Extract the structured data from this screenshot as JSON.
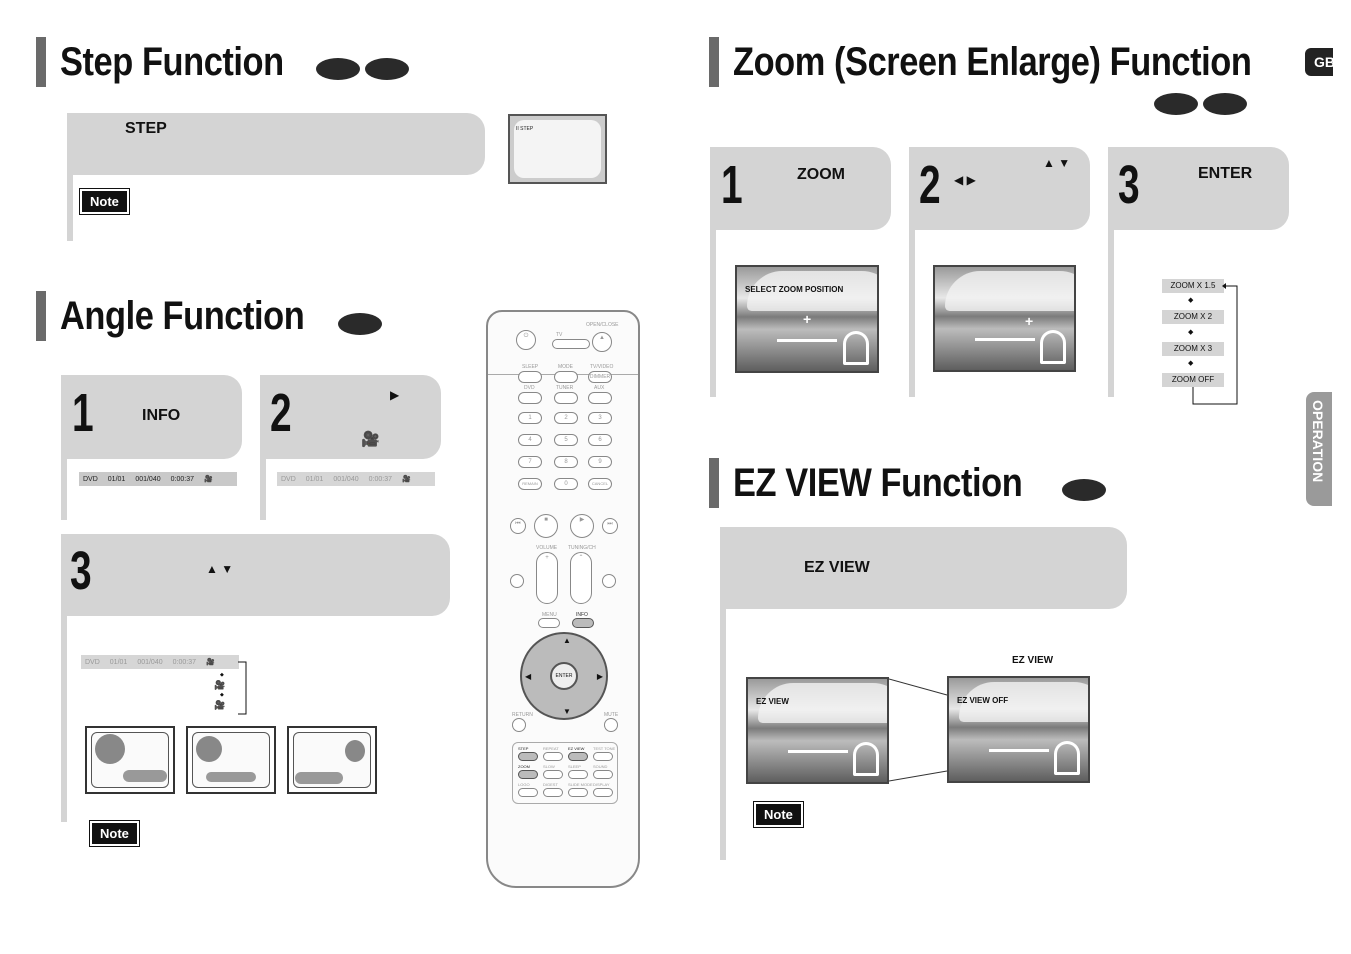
{
  "step": {
    "title": "Step Function",
    "keyword": "STEP",
    "screen_label": "II STEP",
    "note": "Note"
  },
  "angle": {
    "title": "Angle Function",
    "step1": {
      "num": "1",
      "keyword": "INFO"
    },
    "step2": {
      "num": "2",
      "play_icon": "▶",
      "camera_icon": "🎥"
    },
    "step3": {
      "num": "3",
      "arrows": "▲ ▼"
    },
    "osd": {
      "disc": "DVD",
      "title": "01/01",
      "chapter": "001/040",
      "time": "0:00:37"
    },
    "note": "Note"
  },
  "zoom": {
    "title": "Zoom (Screen Enlarge) Function",
    "step1": {
      "num": "1",
      "keyword": "ZOOM",
      "screen_caption": "SELECT ZOOM POSITION"
    },
    "step2": {
      "num": "2",
      "lr_arrows": "◀ ▶",
      "ud_arrows": "▲ ▼"
    },
    "step3": {
      "num": "3",
      "keyword": "ENTER"
    },
    "levels": [
      "ZOOM X 1.5",
      "ZOOM X 2",
      "ZOOM X 3",
      "ZOOM  OFF"
    ]
  },
  "ezview": {
    "title": "EZ VIEW Function",
    "keyword": "EZ VIEW",
    "label_above": "EZ VIEW",
    "screen_on": "EZ VIEW",
    "screen_off": "EZ VIEW OFF",
    "note": "Note"
  },
  "tabs": {
    "language": "GB",
    "section": "OPERATION"
  },
  "remote": {
    "open_close": "OPEN/CLOSE",
    "tv_sw": "TV",
    "row1": [
      "SLEEP",
      "MODE",
      "TV/VIDEO"
    ],
    "dimmer": "DIMMER",
    "row2": [
      "DVD",
      "TUNER",
      "AUX"
    ],
    "digits": [
      "1",
      "2",
      "3",
      "4",
      "5",
      "6",
      "7",
      "8",
      "9",
      "REMAIN",
      "0",
      "CANCEL"
    ],
    "volume": "VOLUME",
    "tuning": "TUNING/CH",
    "menu": "MENU",
    "info": "INFO",
    "enter": "ENTER",
    "return": "RETURN",
    "mute": "MUTE",
    "bottom_labels": [
      "STEP",
      "REPEAT",
      "EZ VIEW",
      "TEST TONE",
      "ZOOM",
      "SLOW",
      "SLEEP",
      "SOUND",
      "LOGO",
      "DIGEST",
      "SLIDE MODE",
      "DISPLAY"
    ]
  }
}
